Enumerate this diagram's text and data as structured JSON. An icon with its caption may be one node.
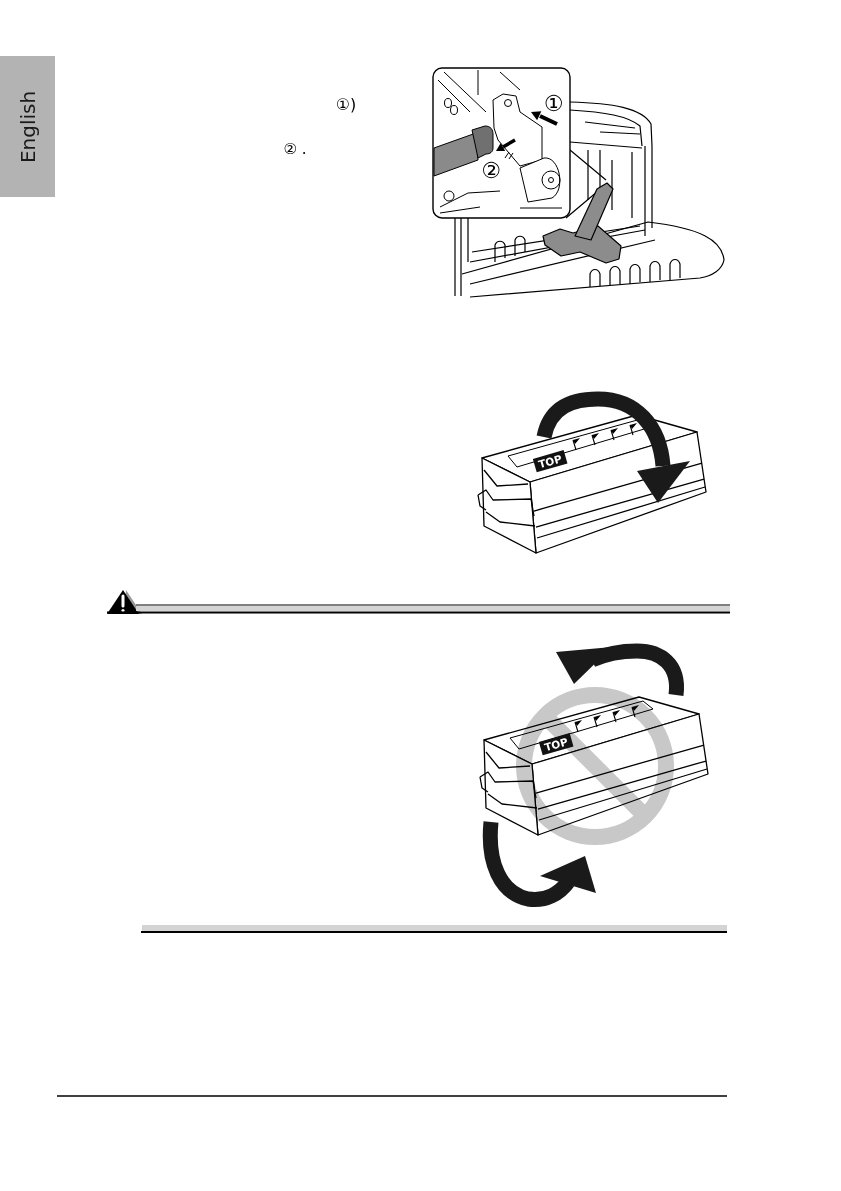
{
  "diagram": {
    "nodes": [
      {
        "text": [
          "English"
        ]
      }
    ],
    "labels": [
      "①)",
      "② .",
      "①",
      "②",
      "TOP",
      "TOP"
    ]
  }
}
